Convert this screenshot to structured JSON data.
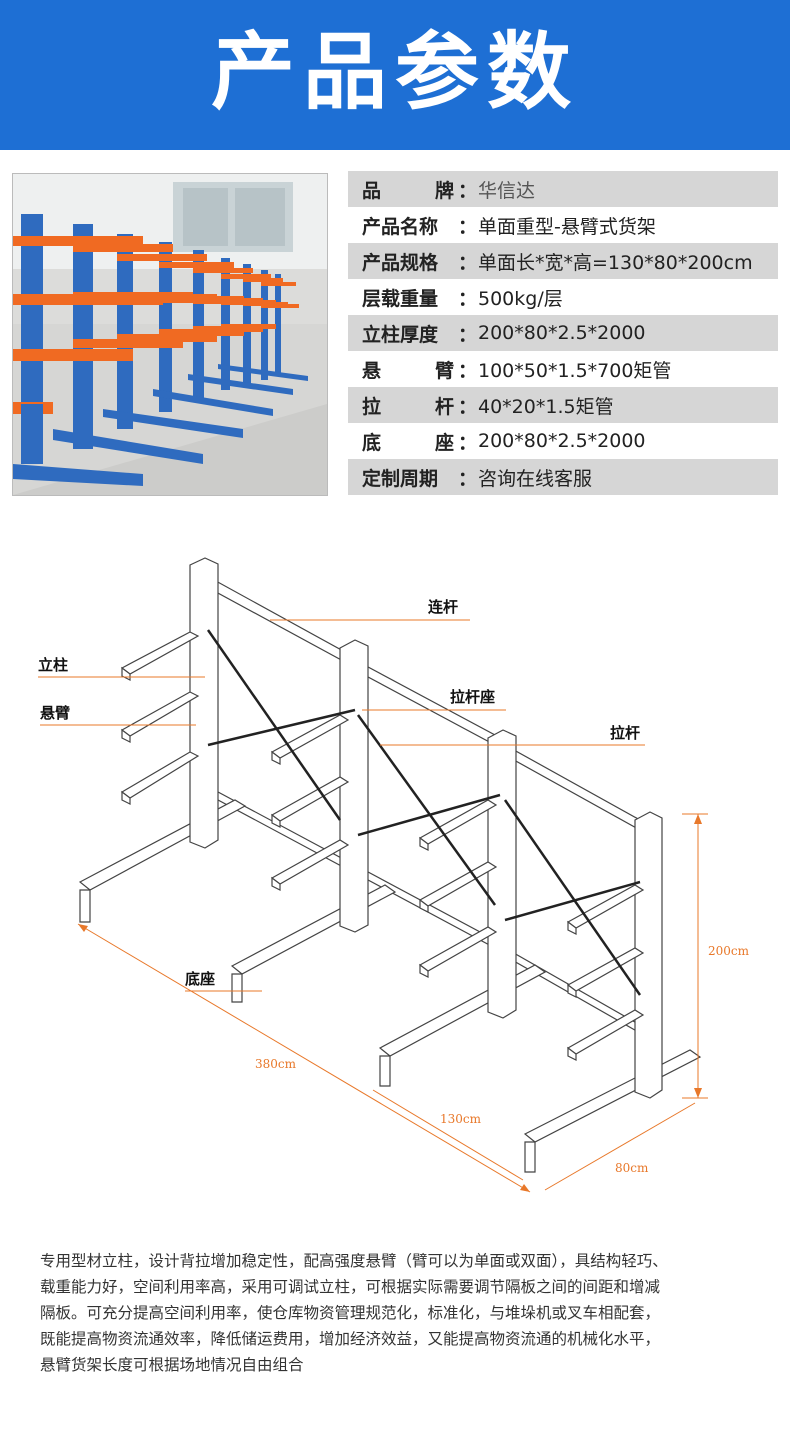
{
  "header": {
    "title": "产品参数",
    "color": "#1e6fd4"
  },
  "specs": [
    {
      "label": "品牌",
      "value": "华信达",
      "spaced": true
    },
    {
      "label": "产品名称",
      "value": "单面重型-悬臂式货架"
    },
    {
      "label": "产品规格",
      "value": "单面长*宽*高=130*80*200cm"
    },
    {
      "label": "层载重量",
      "value": "500kg/层"
    },
    {
      "label": "立柱厚度",
      "value": "200*80*2.5*2000"
    },
    {
      "label": "悬臂",
      "value": "100*50*1.5*700矩管",
      "spaced": true
    },
    {
      "label": "拉杆",
      "value": "40*20*1.5矩管",
      "spaced": true
    },
    {
      "label": "底座",
      "value": "200*80*2.5*2000",
      "spaced": true
    },
    {
      "label": "定制周期",
      "value": "咨询在线客服"
    }
  ],
  "separator": "：",
  "diagram": {
    "labels": {
      "lian_gan": "连杆",
      "li_zhu": "立柱",
      "xuan_bi": "悬臂",
      "la_gan_zuo": "拉杆座",
      "la_gan": "拉杆",
      "di_zuo": "底座"
    },
    "dimensions": {
      "height": "200cm",
      "length": "380cm",
      "bay": "130cm",
      "depth": "80cm"
    },
    "dimension_color": "#e8782a"
  },
  "description": [
    "专用型材立柱，设计背拉增加稳定性，配高强度悬臂（臂可以为单面或双面），具结构轻巧、",
    "载重能力好，空间利用率高，采用可调试立柱，可根据实际需要调节隔板之间的间距和增减",
    "隔板。可充分提高空间利用率，使仓库物资管理规范化，标准化，与堆垛机或叉车相配套，",
    "既能提高物资流通效率，降低储运费用，增加经济效益，又能提高物资流通的机械化水平，",
    "悬臂货架长度可根据场地情况自由组合"
  ]
}
